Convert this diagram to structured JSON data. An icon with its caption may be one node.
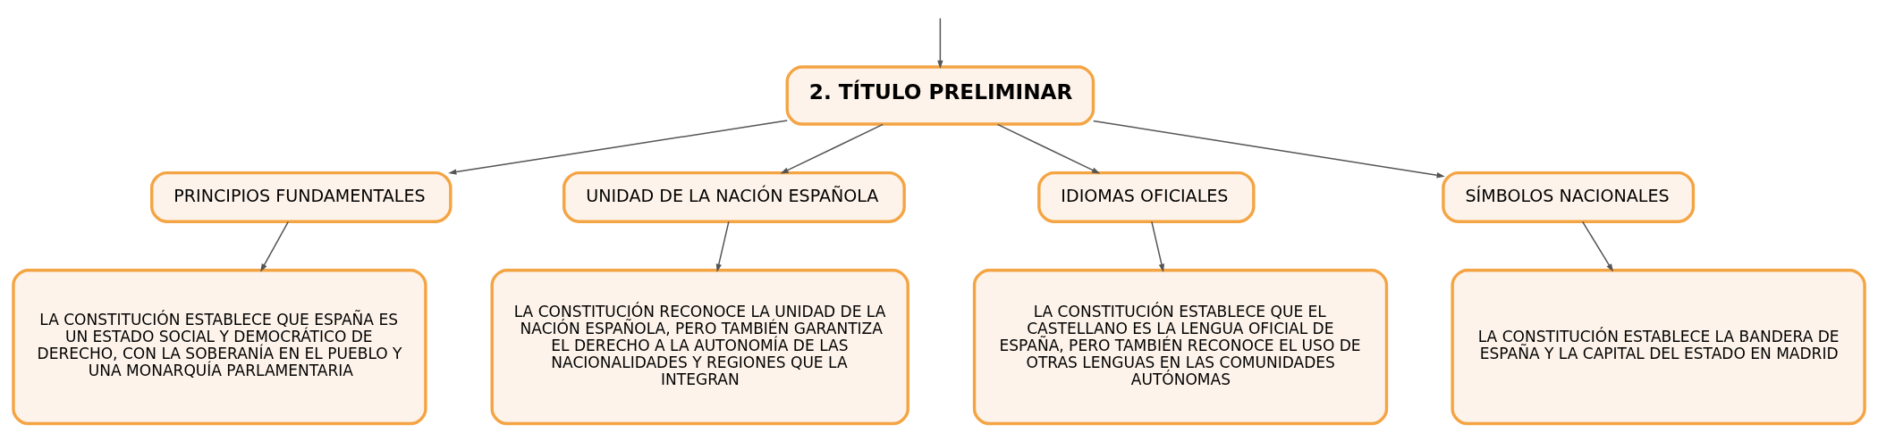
{
  "diagram": {
    "nodes": [
      {
        "text": [
          "2. TÍTULO PRELIMINAR"
        ]
      },
      {
        "text": [
          "PRINCIPIOS FUNDAMENTALES"
        ]
      },
      {
        "text": [
          "UNIDAD DE LA NACIÓN ESPAÑOLA"
        ]
      },
      {
        "text": [
          "IDIOMAS OFICIALES"
        ]
      },
      {
        "text": [
          "SÍMBOLOS NACIONALES"
        ]
      },
      {
        "text": [
          "LA CONSTITUCIÓN ESTABLECE QUE ESPAÑA ES UN ESTADO SOCIAL Y DEMOCRÁTICO DE DERECHO, CON LA SOBERANÍA EN EL PUEBLO Y UNA MONARQUÍA PARLAMENTARIA"
        ]
      },
      {
        "text": [
          "LA CONSTITUCIÓN RECONOCE LA UNIDAD DE LA NACIÓN ESPAÑOLA, PERO TAMBIÉN GARANTIZA EL DERECHO A LA AUTONOMÍA DE LAS NACIONALIDADES Y REGIONES QUE LA INTEGRAN"
        ]
      },
      {
        "text": [
          "LA CONSTITUCIÓN ESTABLECE QUE EL CASTELLANO ES LA LENGUA OFICIAL DE ESPAÑA, PERO TAMBIÉN RECONOCE EL USO DE OTRAS LENGUAS EN LAS COMUNIDADES AUTÓNOMAS"
        ]
      },
      {
        "text": [
          "LA CONSTITUCIÓN ESTABLECE LA BANDERA DE ESPAÑA Y LA CAPITAL DEL ESTADO EN MADRID"
        ]
      }
    ],
    "edges": [
      {
        "from": null,
        "to": 0,
        "arrow": "to"
      },
      {
        "from": 0,
        "to": 1,
        "arrow": "to"
      },
      {
        "from": 0,
        "to": 2,
        "arrow": "to"
      },
      {
        "from": 0,
        "to": 3,
        "arrow": "to"
      },
      {
        "from": 0,
        "to": 4,
        "arrow": "to"
      },
      {
        "from": 1,
        "to": 5,
        "arrow": "to"
      },
      {
        "from": 2,
        "to": 6,
        "arrow": "to"
      },
      {
        "from": 3,
        "to": 7,
        "arrow": "to"
      },
      {
        "from": 4,
        "to": 8,
        "arrow": "to"
      }
    ]
  }
}
